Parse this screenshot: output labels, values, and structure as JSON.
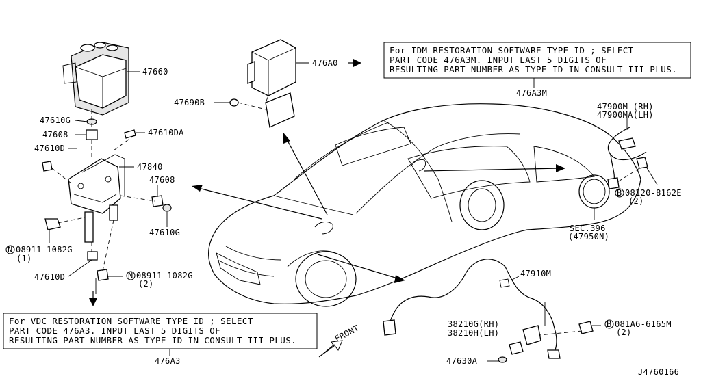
{
  "diagram_id": "J4760166",
  "notes": {
    "idm": [
      "For IDM RESTORATION SOFTWARE TYPE ID ; SELECT",
      "PART CODE 476A3M. INPUT LAST 5 DIGITS OF",
      "RESULTING PART NUMBER AS TYPE ID IN CONSULT III-PLUS."
    ],
    "vdc": [
      "For VDC RESTORATION SOFTWARE TYPE ID ; SELECT",
      "PART CODE 476A3. INPUT LAST 5 DIGITS OF",
      "RESULTING PART NUMBER AS TYPE ID IN CONSULT III-PLUS."
    ]
  },
  "labels": {
    "p47660": "47660",
    "p47610G_a": "47610G",
    "p47608_a": "47608",
    "p47610DA": "47610DA",
    "p47610D_a": "47610D",
    "p47840": "47840",
    "p47608_b": "47608",
    "p47610G_b": "47610G",
    "p08911_1_code": "08911-1082G",
    "p08911_1_qty": "(1)",
    "p47610D_b": "47610D",
    "p08911_2_code": "08911-1082G",
    "p08911_2_qty": "(2)",
    "p476A0": "476A0",
    "p47690B": "47690B",
    "p476A3M": "476A3M",
    "p47900M": "47900M (RH)",
    "p47900MA": "47900MA(LH)",
    "p08120_code": "08120-8162E",
    "p08120_qty": "(2)",
    "sec396": "SEC.396",
    "sec396_part": "(47950N)",
    "p47910M": "47910M",
    "p38210G": "38210G(RH)",
    "p38210H": "38210H(LH)",
    "p081A6_code": "081A6-6165M",
    "p081A6_qty": "(2)",
    "p47630A": "47630A",
    "p476A3": "476A3",
    "front": "FRONT",
    "sym_N": "N",
    "sym_B": "B"
  }
}
